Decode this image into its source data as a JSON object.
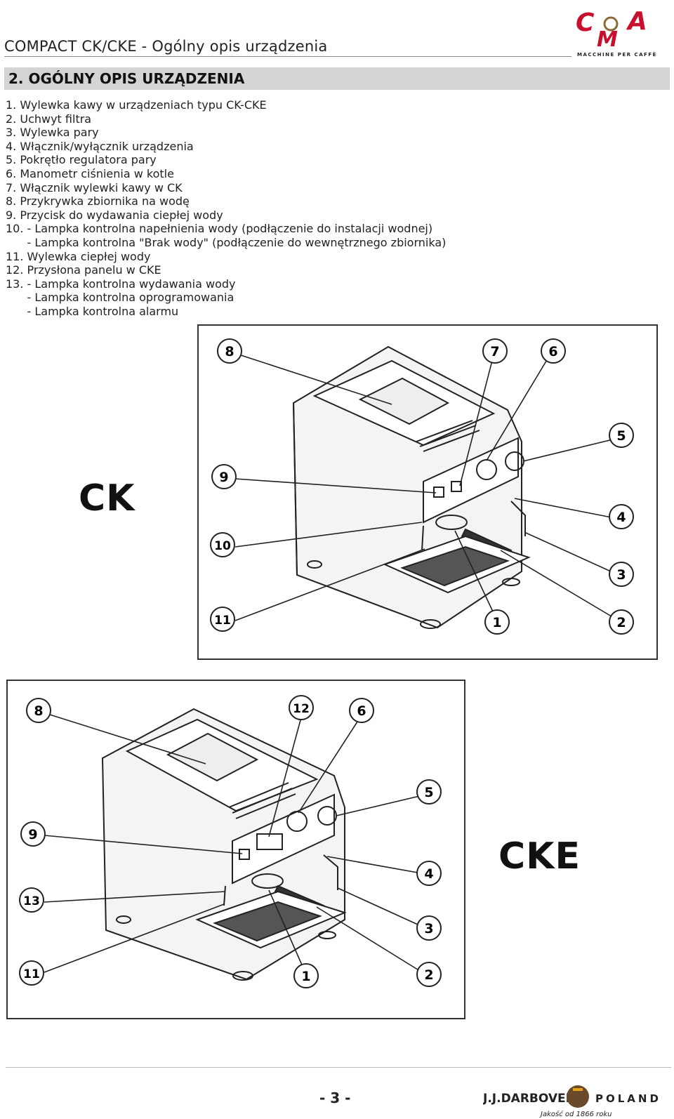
{
  "header": {
    "title": "COMPACT CK/CKE - Ogólny opis urządzenia",
    "logo_text": "CMA",
    "logo_sub": "MACCHINE PER CAFFÈ"
  },
  "section": {
    "title": "2. OGÓLNY OPIS URZĄDZENIA"
  },
  "items": [
    "1. Wylewka kawy w urządzeniach typu CK-CKE",
    "2. Uchwyt filtra",
    "3. Wylewka pary",
    "4. Włącznik/wyłącznik urządzenia",
    "5. Pokrętło regulatora pary",
    "6. Manometr ciśnienia w kotle",
    "7. Włącznik wylewki kawy w CK",
    "8. Przykrywka zbiornika na wodę",
    "9. Przycisk do wydawania ciepłej wody",
    "10. - Lampka kontrolna napełnienia wody (podłączenie do instalacji wodnej)",
    "      - Lampka kontrolna \"Brak wody\" (podłączenie do wewnętrznego zbiornika)",
    "11. Wylewka ciepłej wody",
    "12. Przysłona panelu w CKE",
    "13. - Lampka kontrolna wydawania wody",
    "      - Lampka kontrolna oprogramowania",
    "      - Lampka kontrolna alarmu"
  ],
  "figure_ck": {
    "label": "CK",
    "callouts": [
      "8",
      "7",
      "6",
      "5",
      "9",
      "4",
      "10",
      "3",
      "11",
      "1",
      "2"
    ]
  },
  "figure_cke": {
    "label": "CKE",
    "callouts": [
      "8",
      "12",
      "6",
      "5",
      "9",
      "4",
      "13",
      "3",
      "11",
      "1",
      "2"
    ]
  },
  "footer": {
    "page": "- 3 -",
    "brand": "J.J.DARBOVEN",
    "country": "POLAND",
    "tagline": "Jakość od 1866 roku"
  }
}
